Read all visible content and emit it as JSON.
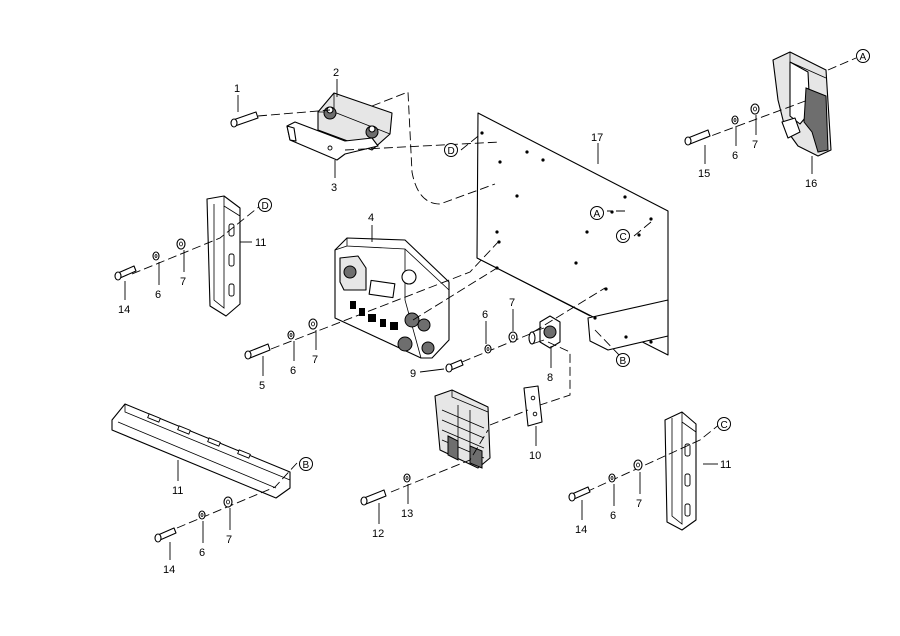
{
  "callouts": {
    "p1": "1",
    "p2": "2",
    "p3": "3",
    "p4": "4",
    "p5": "5",
    "p6a": "6",
    "p6b": "6",
    "p6c": "6",
    "p6d": "6",
    "p6e": "6",
    "p6f": "6",
    "p7a": "7",
    "p7b": "7",
    "p7c": "7",
    "p7d": "7",
    "p7e": "7",
    "p7f": "7",
    "p8": "8",
    "p9": "9",
    "p10": "10",
    "p11a": "11",
    "p11b": "11",
    "p11c": "11",
    "p12": "12",
    "p13": "13",
    "p14a": "14",
    "p14b": "14",
    "p14c": "14",
    "p15": "15",
    "p16": "16",
    "p17": "17"
  },
  "refs": {
    "A1": "A",
    "A2": "A",
    "B1": "B",
    "B2": "B",
    "C1": "C",
    "C2": "C",
    "D1": "D",
    "D2": "D"
  }
}
